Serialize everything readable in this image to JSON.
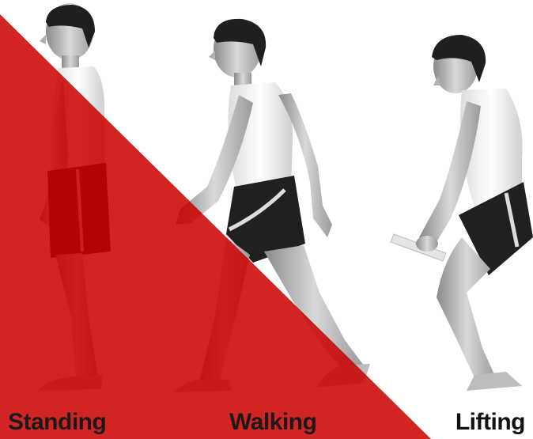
{
  "captions": {
    "standing": "Standing",
    "walking": "Walking",
    "lifting": "Lifting"
  },
  "colors": {
    "red_overlay": "#cc0000",
    "background": "#ffffff",
    "skin": "#c9c9c9",
    "hair": "#1f1f1f",
    "shorts": "#202020",
    "stripe": "#dddddd",
    "singlet": "#f3f3f3"
  },
  "figures": [
    "standing-figure",
    "walking-figure",
    "lifting-figure"
  ]
}
